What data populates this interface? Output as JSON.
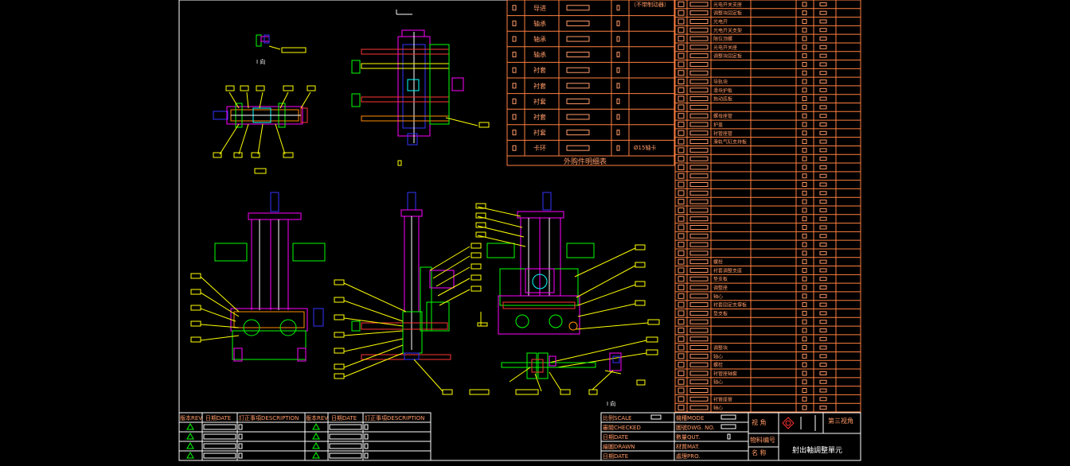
{
  "drawing": {
    "title": "射出軸調整單元",
    "projection": "第三视角",
    "view_label_1": "I 向",
    "view_label_2": "I 向",
    "outsource_table_title": "外购件明细表",
    "note_no_brake": "（不带制动器）",
    "note_clip": "Ø15轴卡"
  },
  "outsource_table": {
    "rows": [
      "导进",
      "轴承",
      "轴承",
      "轴承",
      "衬套",
      "衬套",
      "衬套",
      "衬套",
      "衬套",
      "卡环"
    ]
  },
  "parts_list": {
    "names": [
      "光电开关支座",
      "调整块固定板",
      "光电开",
      "光电开关支架",
      "限位顶螺",
      "光电开关座",
      "调整块固定板",
      "",
      "",
      "导轨块",
      "滑块护板",
      "拖动底板",
      "",
      "螺母座管",
      "护盖",
      "衬管座管",
      "滑轨气缸支持板",
      "",
      "",
      "",
      "",
      "",
      "",
      "",
      "",
      "",
      "",
      "",
      "",
      "",
      "螺栓",
      "衬套调整支座",
      "垫支板",
      "调整座",
      "轴心",
      "衬套固定支撑板",
      "垫支板",
      "",
      "",
      "",
      "调整块",
      "轴心",
      "螺栓",
      "衬管座轴套",
      "轴心",
      "",
      "衬管座管",
      "轴心"
    ]
  },
  "revision_block": {
    "col_ver": "版本REV.",
    "col_date": "日期DATE",
    "col_desc": "訂正事項DESCRIPTION",
    "col_ver_2": "版本REV.",
    "col_date_2": "日期DATE",
    "col_desc_2": "訂正事項DESCRIPTION"
  },
  "title_block": {
    "scale": "比例SCALE",
    "checked": "審閱CHECKED",
    "date1": "日期DATE",
    "drawn": "繪圖DRAWN",
    "date2": "日期DATE",
    "mode": "機種MODE",
    "dwg_no": "圖號DWG. NO.",
    "qty": "數量QUT.",
    "mat": "材質MAT.",
    "pro": "處理PRO.",
    "angle": "视 角",
    "item_no": "物料编号",
    "name_label": "名 称"
  },
  "colors": {
    "frame": "#ffffff",
    "table_line": "#ff8040",
    "table_text": "#ff9966",
    "leader": "#ffff00",
    "magenta": "#ff00ff",
    "green": "#00ff00",
    "blue": "#3333ff",
    "red": "#ff3333",
    "orange": "#ff8c00",
    "cyan": "#00ffff",
    "pink": "#ff66cc"
  }
}
